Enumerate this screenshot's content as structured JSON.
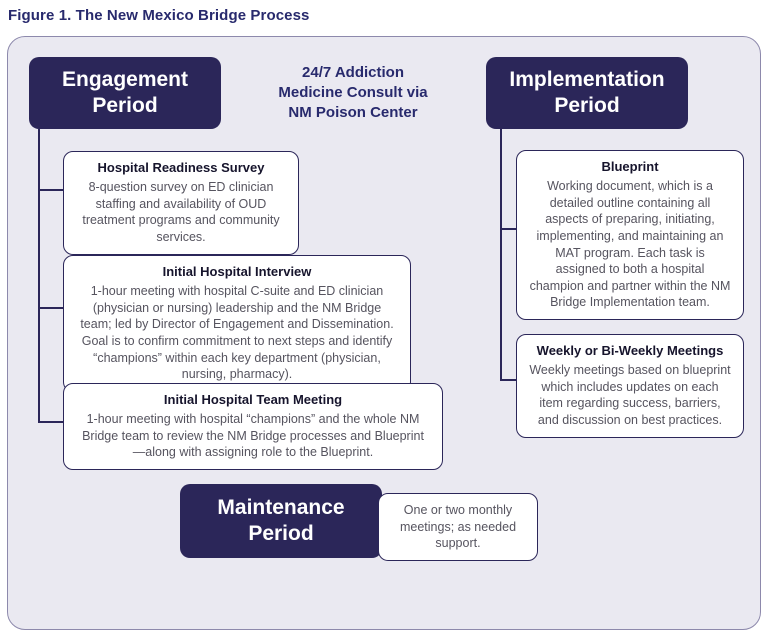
{
  "title": "Figure 1. The New Mexico Bridge Process",
  "colors": {
    "navy": "#2b2659",
    "title_navy": "#282a6d",
    "canvas_bg": "#eae9f1",
    "canvas_border": "#8d89ac",
    "heading_text": "#16142c",
    "body_text": "#56545f",
    "box_bg": "#ffffff"
  },
  "consult_note": "24/7 Addiction\nMedicine Consult via\nNM Poison Center",
  "engagement": {
    "label": "Engagement Period",
    "items": [
      {
        "heading": "Hospital Readiness Survey",
        "body": "8-question survey on ED clinician staffing and availability of OUD treatment programs and community services."
      },
      {
        "heading": "Initial Hospital Interview",
        "body": "1-hour meeting with hospital C-suite and ED clinician (physician or nursing) leadership and the NM Bridge team; led by Director of Engagement and Dissemination. Goal is to confirm commitment to next steps and identify “champions” within each key department (physician, nursing, pharmacy)."
      },
      {
        "heading": "Initial Hospital Team Meeting",
        "body": "1-hour meeting with hospital “champions” and the whole NM Bridge team to review the NM Bridge processes and Blueprint—along with assigning role to the Blueprint."
      }
    ]
  },
  "implementation": {
    "label": "Implementation Period",
    "items": [
      {
        "heading": "Blueprint",
        "body": "Working document, which is a detailed outline containing all aspects of preparing, initiating, implementing, and maintaining an MAT program. Each task is assigned to both a hospital champion and partner within the NM Bridge Implementation team."
      },
      {
        "heading": "Weekly or Bi-Weekly Meetings",
        "body": "Weekly meetings based on blueprint which includes updates on each item regarding success, barriers, and discussion on best practices."
      }
    ]
  },
  "maintenance": {
    "label": "Maintenance Period",
    "note": "One or two monthly meetings; as needed support."
  }
}
